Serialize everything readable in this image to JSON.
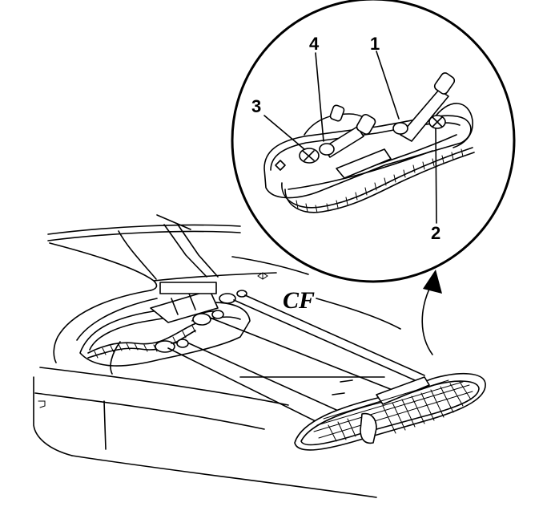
{
  "callouts": [
    {
      "id": "1",
      "label": "1"
    },
    {
      "id": "2",
      "label": "2"
    },
    {
      "id": "3",
      "label": "3"
    },
    {
      "id": "4",
      "label": "4"
    }
  ],
  "vehicle_emblem": "CF",
  "colors": {
    "line": "#000000",
    "background": "#ffffff"
  }
}
